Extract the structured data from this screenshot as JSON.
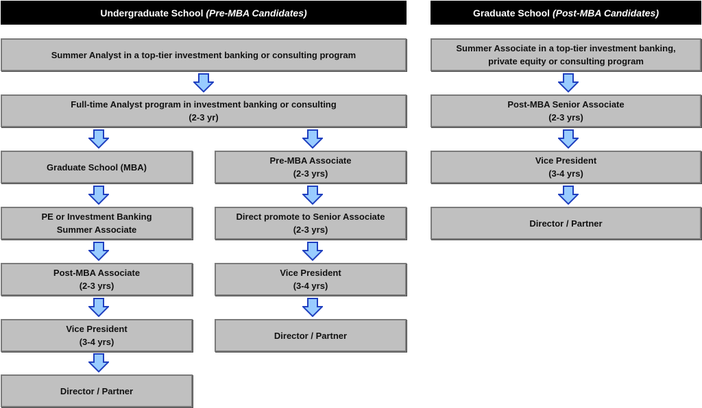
{
  "headers": {
    "undergrad": {
      "title": "Undergraduate School ",
      "subtitle": "(Pre-MBA Candidates)"
    },
    "graduate": {
      "title": "Graduate School ",
      "subtitle": "(Post-MBA Candidates)"
    }
  },
  "undergrad": {
    "top": [
      "Summer Analyst in a top-tier investment banking or consulting program"
    ],
    "analyst": [
      "Full-time Analyst program in investment banking or consulting",
      "(2-3 yr)"
    ],
    "mba_path": [
      [
        "Graduate School (MBA)"
      ],
      [
        "PE or Investment Banking",
        "Summer Associate"
      ],
      [
        "Post-MBA Associate",
        "(2-3 yrs)"
      ],
      [
        "Vice President",
        "(3-4 yrs)"
      ],
      [
        "Director / Partner"
      ]
    ],
    "direct_path": [
      [
        "Pre-MBA Associate",
        "(2-3 yrs)"
      ],
      [
        "Direct promote to Senior Associate",
        "(2-3 yrs)"
      ],
      [
        "Vice President",
        "(3-4 yrs)"
      ],
      [
        "Director / Partner"
      ]
    ]
  },
  "graduate": {
    "path": [
      [
        "Summer Associate in a top-tier investment banking,",
        "private equity or consulting program"
      ],
      [
        "Post-MBA Senior Associate",
        "(2-3 yrs)"
      ],
      [
        "Vice President",
        "(3-4 yrs)"
      ],
      [
        "Director / Partner"
      ]
    ]
  },
  "colors": {
    "arrow_fill": "#99ccff",
    "arrow_stroke": "#1f3fbf",
    "box_fill": "#c0c0c0",
    "header_bg": "#000000"
  }
}
